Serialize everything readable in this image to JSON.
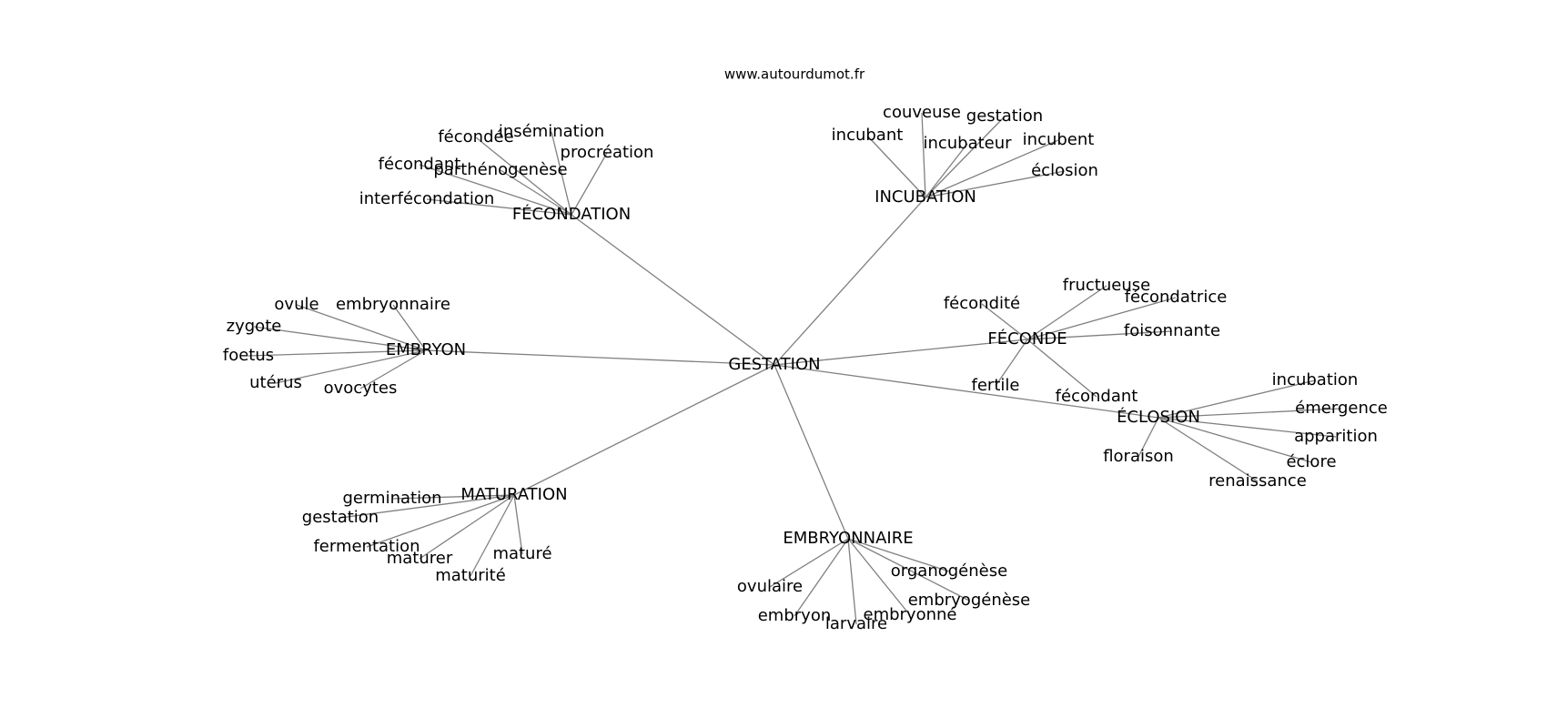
{
  "diagram": {
    "site": "www.autourdumot.fr",
    "center": "GESTATION",
    "edge_color": "#808080",
    "text_color": "#000000",
    "clusters": [
      {
        "hub": "FÉCONDATION",
        "leaves": [
          "fécondée",
          "insémination",
          "procréation",
          "fécondant",
          "parthénogenèse",
          "interfécondation"
        ]
      },
      {
        "hub": "INCUBATION",
        "leaves": [
          "couveuse",
          "gestation",
          "incubant",
          "incubateur",
          "incubent",
          "éclosion"
        ]
      },
      {
        "hub": "EMBRYON",
        "leaves": [
          "ovule",
          "embryonnaire",
          "zygote",
          "foetus",
          "utérus",
          "ovocytes"
        ]
      },
      {
        "hub": "FÉCONDE",
        "leaves": [
          "fécondité",
          "fructueuse",
          "fécondatrice",
          "foisonnante",
          "fertile",
          "fécondant"
        ]
      },
      {
        "hub": "ÉCLOSION",
        "leaves": [
          "incubation",
          "émergence",
          "apparition",
          "floraison",
          "éclore",
          "renaissance"
        ]
      },
      {
        "hub": "MATURATION",
        "leaves": [
          "germination",
          "gestation",
          "fermentation",
          "maturer",
          "maturé",
          "maturité"
        ]
      },
      {
        "hub": "EMBRYONNAIRE",
        "leaves": [
          "organogénèse",
          "ovulaire",
          "embryogénèse",
          "embryon",
          "larvaire",
          "embryonné"
        ]
      }
    ]
  }
}
